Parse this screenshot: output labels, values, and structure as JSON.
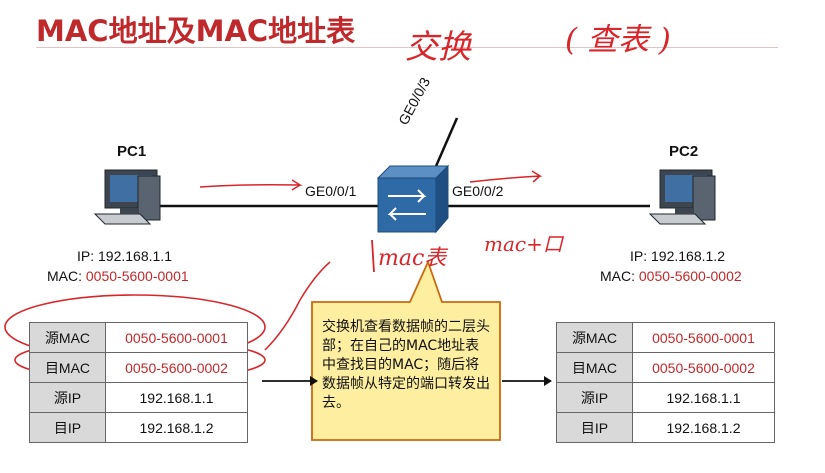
{
  "title": "MAC地址及MAC地址表",
  "pc1": {
    "name": "PC1",
    "ip_label": "IP:",
    "ip": "192.168.1.1",
    "mac_label": "MAC:",
    "mac": "0050-5600-0001"
  },
  "pc2": {
    "name": "PC2",
    "ip_label": "IP:",
    "ip": "192.168.1.2",
    "mac_label": "MAC:",
    "mac": "0050-5600-0002"
  },
  "ports": {
    "left": "GE0/0/1",
    "right": "GE0/0/2",
    "up": "GE0/0/3"
  },
  "frame_in": [
    {
      "key": "源MAC",
      "value": "0050-5600-0001",
      "red": true
    },
    {
      "key": "目MAC",
      "value": "0050-5600-0002",
      "red": true
    },
    {
      "key": "源IP",
      "value": "192.168.1.1",
      "red": false
    },
    {
      "key": "目IP",
      "value": "192.168.1.2",
      "red": false
    }
  ],
  "frame_out": [
    {
      "key": "源MAC",
      "value": "0050-5600-0001",
      "red": true
    },
    {
      "key": "目MAC",
      "value": "0050-5600-0002",
      "red": true
    },
    {
      "key": "源IP",
      "value": "192.168.1.1",
      "red": false
    },
    {
      "key": "目IP",
      "value": "192.168.1.2",
      "red": false
    }
  ],
  "callout": "交换机查看数据帧的二层头部；在自己的MAC地址表中查找目的MAC；随后将数据帧从特定的端口转发出去。",
  "annotations": {
    "top_right_1": "交换",
    "top_right_2": "( 查表 )",
    "mac_table": "mac表",
    "mac_port": "mac+口"
  },
  "colors": {
    "title": "#c0292b",
    "red_text": "#c0292b",
    "ink": "#d8262a",
    "callout_bg": "#fdeea0",
    "callout_border": "#c96a0f",
    "switch": "#2e6aa6"
  }
}
